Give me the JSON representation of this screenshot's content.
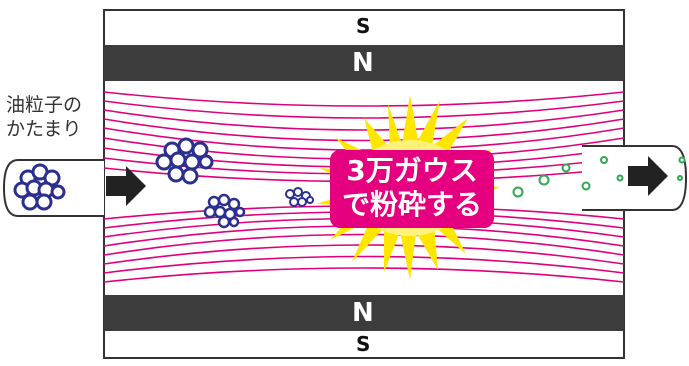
{
  "poles": {
    "top_outer": "S",
    "top_inner": "N",
    "bottom_inner": "N",
    "bottom_outer": "S"
  },
  "side_label": {
    "line1": "油粒子の",
    "line2": "かたまり"
  },
  "badge": {
    "line1": "3万ガウス",
    "line2": "で粉砕する"
  },
  "colors": {
    "field_lines": "#e0007a",
    "magnet_bar": "#3c3c3c",
    "burst": "#ffe600",
    "badge": "#e4007f",
    "particles_big": "#2b2f8f",
    "particles_small": "#2fa84f",
    "arrow": "#222222"
  },
  "icons": {
    "inlet_arrow": "right-arrow-icon",
    "outlet_arrow": "right-arrow-icon"
  }
}
